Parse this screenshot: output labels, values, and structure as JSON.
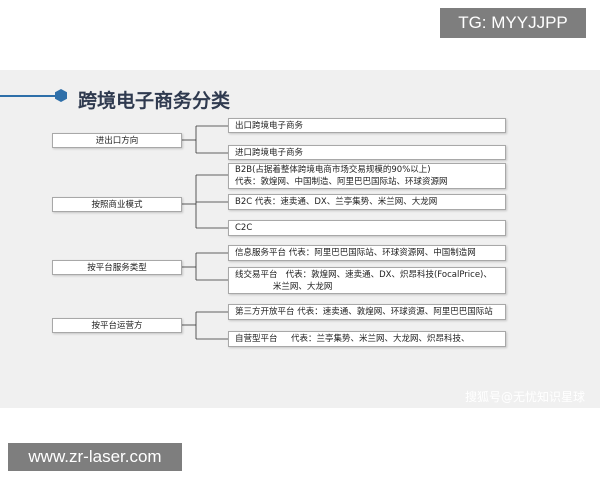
{
  "tg_badge": "TG: MYYJJPP",
  "title": "跨境电子商务分类",
  "categories": [
    {
      "label": "进出口方向",
      "items": [
        [
          "出口跨境电子商务"
        ],
        [
          "进口跨境电子商务"
        ]
      ]
    },
    {
      "label": "按照商业模式",
      "items": [
        [
          "B2B(占据着整体跨境电商市场交易规模的90%以上)",
          "代表：敦煌网、中国制造、阿里巴巴国际站、环球资源网"
        ],
        [
          "B2C  代表：速卖通、DX、兰亭集势、米兰网、大龙网"
        ],
        [
          "C2C"
        ]
      ]
    },
    {
      "label": "按平台服务类型",
      "items": [
        [
          "信息服务平台 代表：阿里巴巴国际站、环球资源网、中国制造网"
        ],
        [
          "线交易平台   代表：敦煌网、速卖通、DX、炽昂科技(FocalPrice)、",
          "              米兰网、大龙网"
        ]
      ]
    },
    {
      "label": "按平台运营方",
      "items": [
        [
          "第三方开放平台 代表：速卖通、敦煌网、环球资源、阿里巴巴国际站"
        ],
        [
          "自营型平台     代表：兰亭集势、米兰网、大龙网、炽昂科技、"
        ]
      ]
    }
  ],
  "watermark": "搜狐号@无忧知识星球",
  "url_badge": "www.zr-laser.com"
}
